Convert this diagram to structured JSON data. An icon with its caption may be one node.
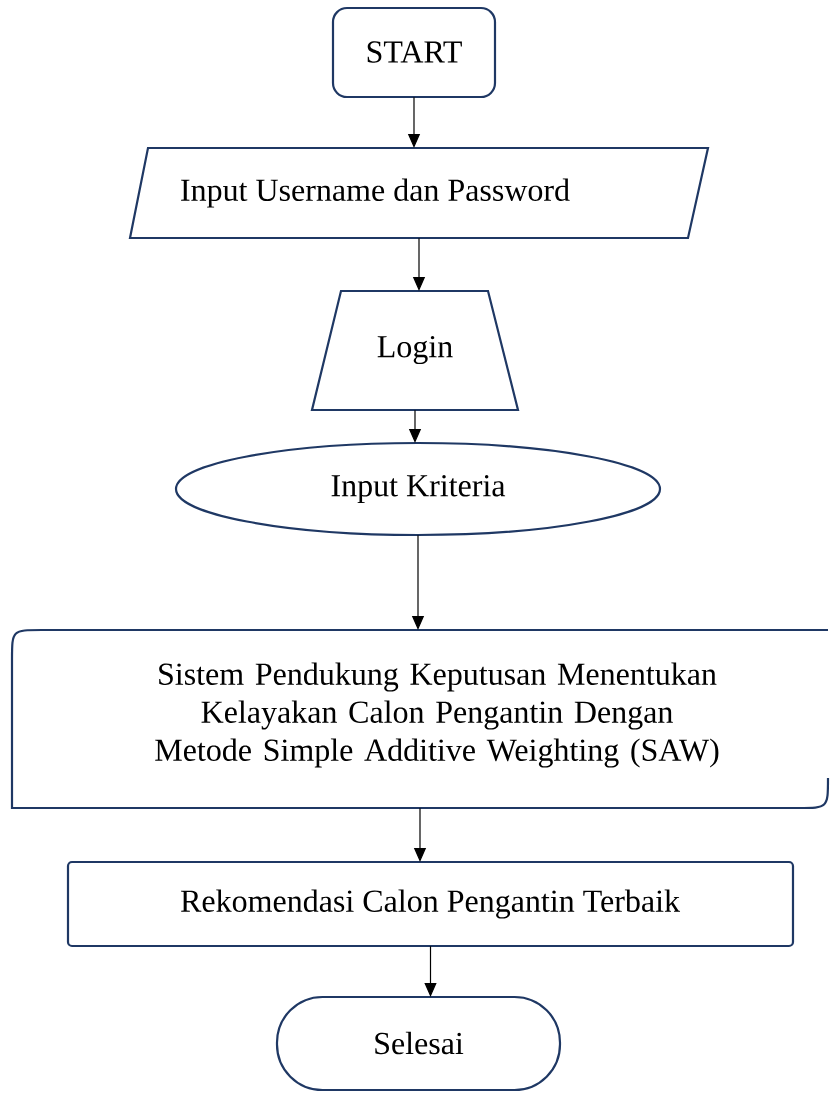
{
  "diagram": {
    "nodes": [
      {
        "text": [
          "START"
        ]
      },
      {
        "text": [
          "Input Username dan Password"
        ]
      },
      {
        "text": [
          "Login"
        ]
      },
      {
        "text": [
          "Input Kriteria"
        ]
      },
      {
        "text": [
          "Sistem Pendukung Keputusan Menentukan Kelayakan Calon Pengantin Dengan Metode Simple Additive Weighting (SAW)"
        ]
      },
      {
        "text": [
          "Rekomendasi Calon Pengantin Terbaik"
        ]
      },
      {
        "text": [
          "Selesai"
        ]
      }
    ],
    "edges": [
      {
        "from": 0,
        "to": 1,
        "arrow": "to"
      },
      {
        "from": 1,
        "to": 2,
        "arrow": "to"
      },
      {
        "from": 2,
        "to": 3,
        "arrow": "to"
      },
      {
        "from": 3,
        "to": 4,
        "arrow": "to"
      },
      {
        "from": 4,
        "to": 5,
        "arrow": "to"
      },
      {
        "from": 5,
        "to": 6,
        "arrow": "to"
      }
    ]
  }
}
